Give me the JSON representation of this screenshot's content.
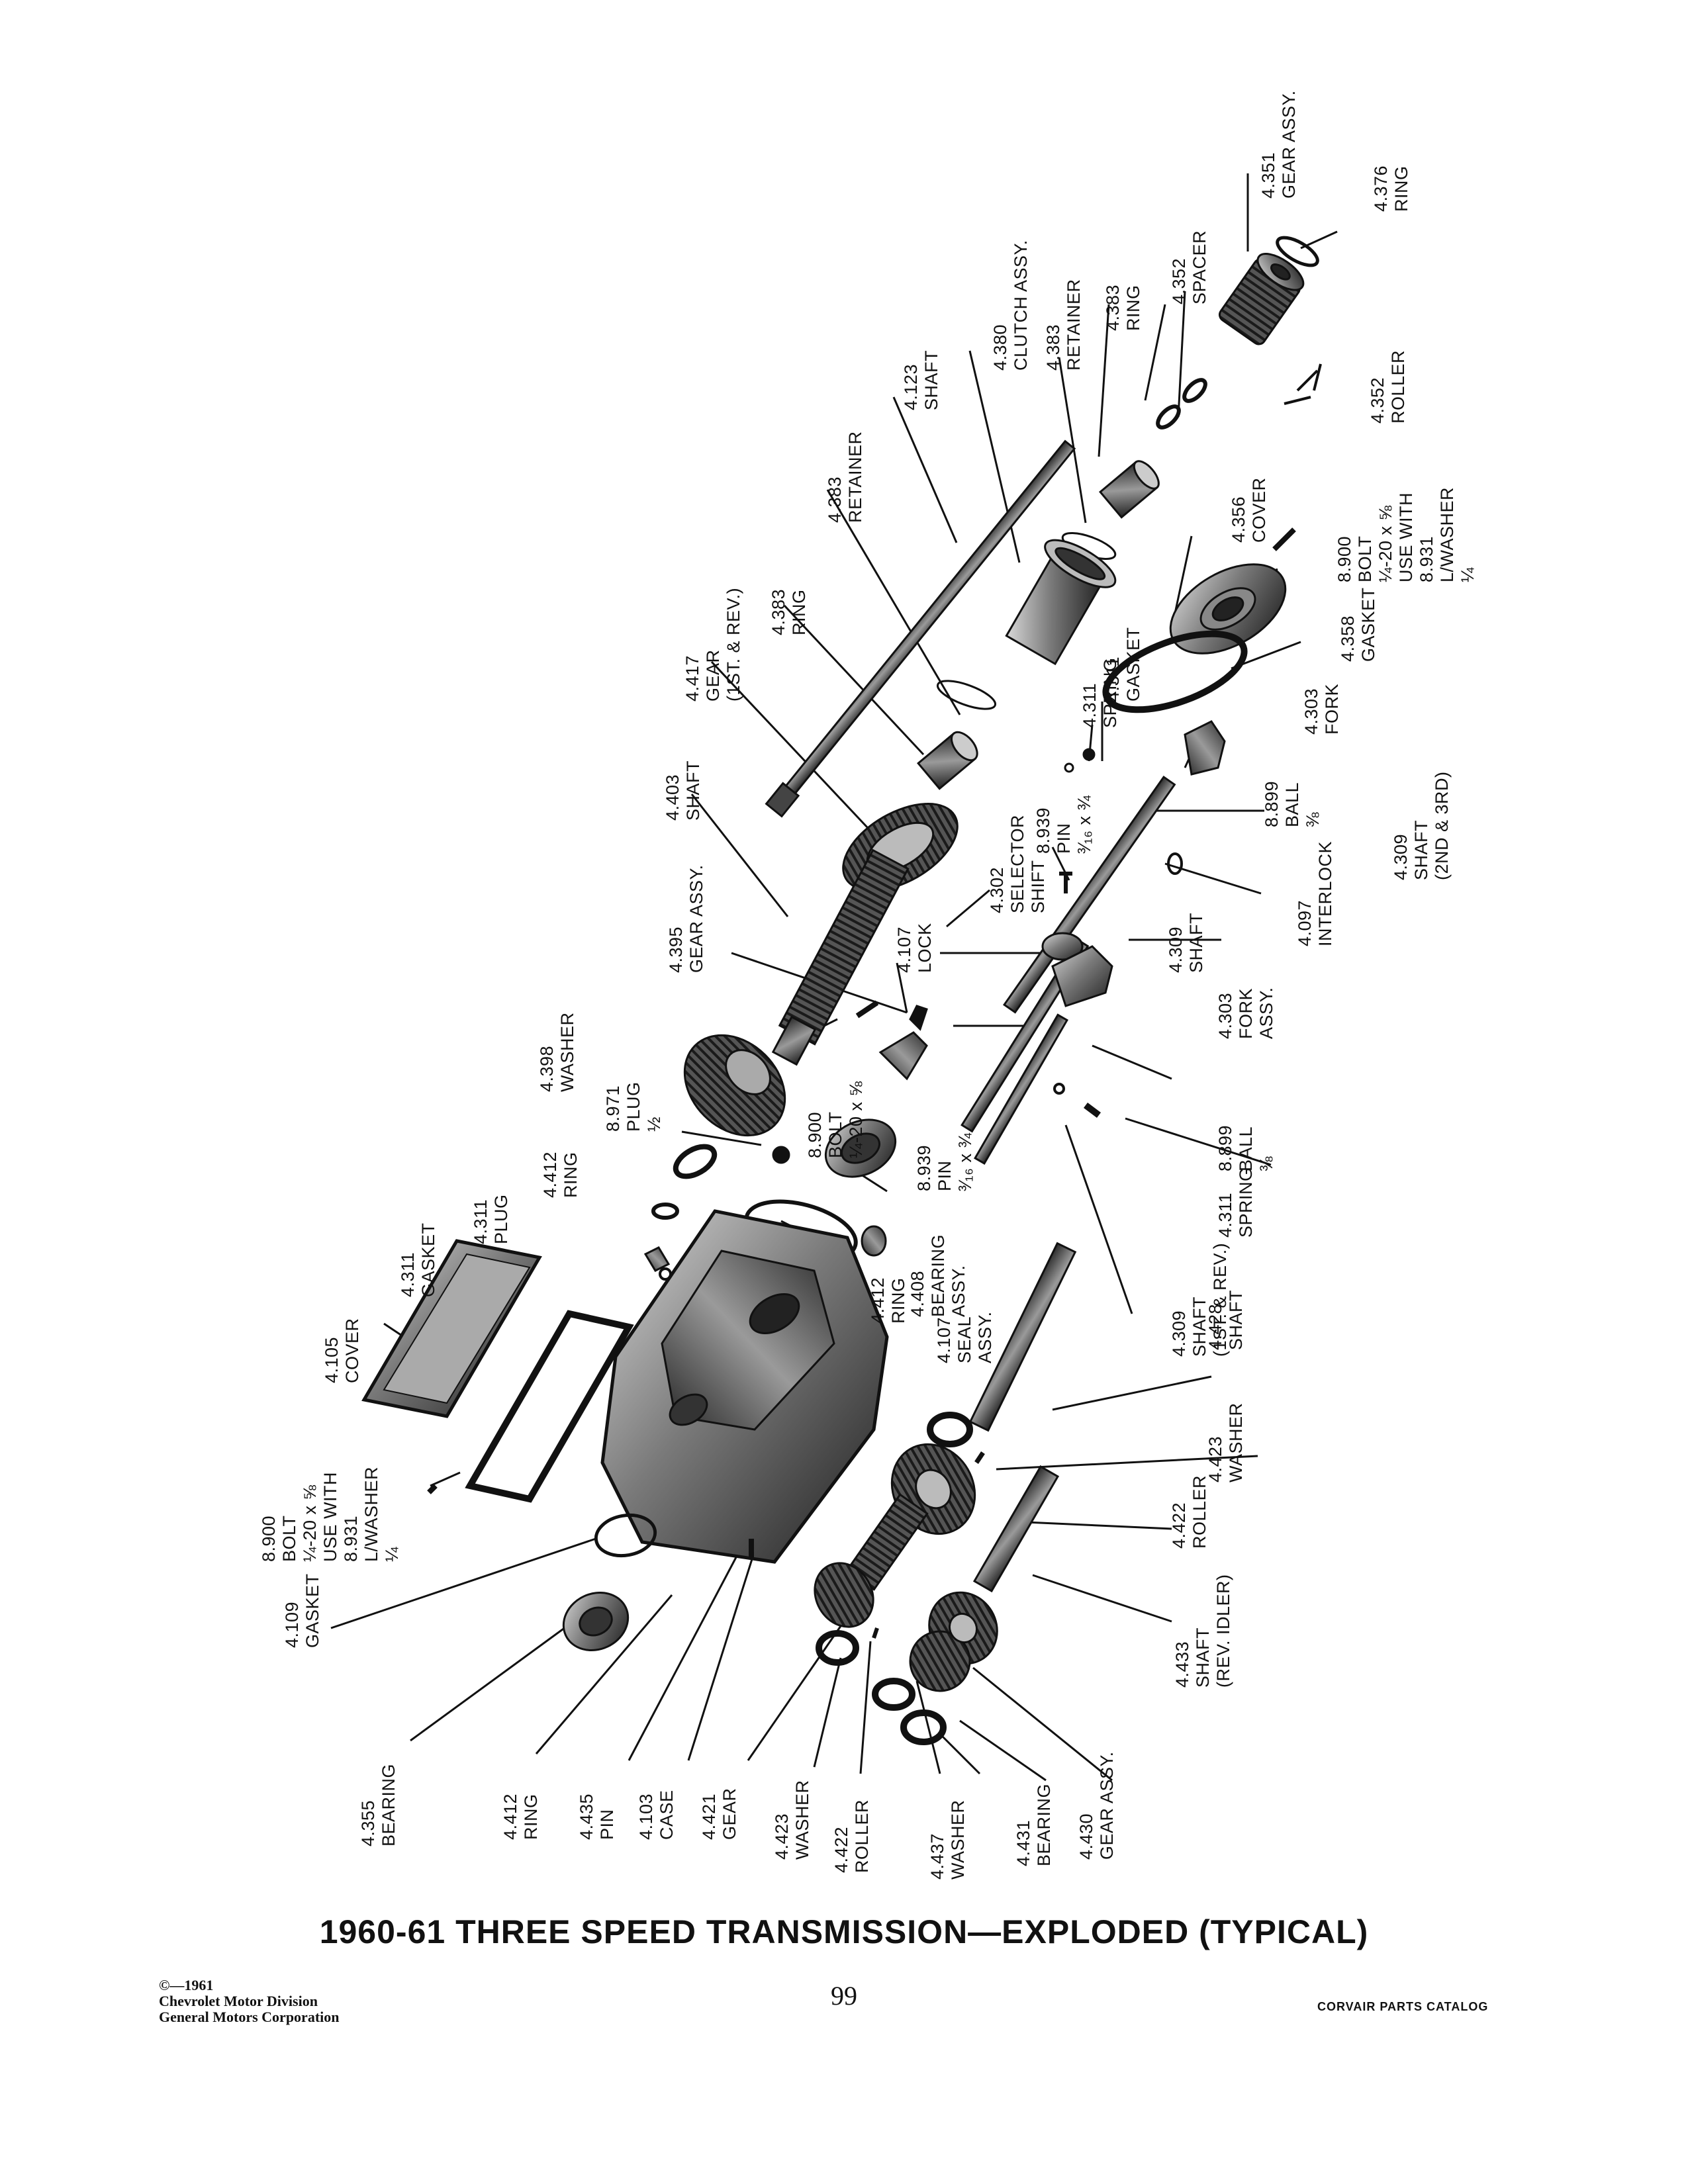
{
  "title": "1960-61 THREE SPEED TRANSMISSION—EXPLODED (TYPICAL)",
  "page_number": "99",
  "copyright": [
    "©—1961",
    "Chevrolet Motor Division",
    "General Motors Corporation"
  ],
  "catalog_name": "CORVAIR PARTS CATALOG",
  "callouts": [
    {
      "id": "4-351-gear-assy",
      "lines": [
        "4.351",
        "GEAR ASSY."
      ]
    },
    {
      "id": "4-376-ring",
      "lines": [
        "4.376",
        "RING"
      ]
    },
    {
      "id": "4-352-spacer",
      "lines": [
        "4.352",
        "SPACER"
      ]
    },
    {
      "id": "4-352-roller",
      "lines": [
        "4.352",
        "ROLLER"
      ]
    },
    {
      "id": "4-383-ring-top",
      "lines": [
        "4.383",
        "RING"
      ]
    },
    {
      "id": "4-383-retainer-top",
      "lines": [
        "4.383",
        "RETAINER"
      ]
    },
    {
      "id": "4-380-clutch-assy",
      "lines": [
        "4.380",
        "CLUTCH ASSY."
      ]
    },
    {
      "id": "4-123-shaft",
      "lines": [
        "4.123",
        "SHAFT"
      ]
    },
    {
      "id": "4-383-retainer-mid",
      "lines": [
        "4.383",
        "RETAINER"
      ]
    },
    {
      "id": "4-356-cover",
      "lines": [
        "4.356",
        "COVER"
      ]
    },
    {
      "id": "8-900-bolt-right",
      "lines": [
        "8.900",
        "BOLT",
        "¼-20 x ⅝",
        "USE WITH",
        "8.931",
        "L/WASHER",
        "¼"
      ]
    },
    {
      "id": "4-383-ring-mid",
      "lines": [
        "4.383",
        "RING"
      ]
    },
    {
      "id": "4-417-gear",
      "lines": [
        "4.417",
        "GEAR",
        "(1ST. & REV.)"
      ]
    },
    {
      "id": "4-311-spring-top",
      "lines": [
        "4.311",
        "SPRING"
      ]
    },
    {
      "id": "4-311-gasket-top",
      "lines": [
        "4.311",
        "GASKET"
      ]
    },
    {
      "id": "4-358-gasket",
      "lines": [
        "4.358",
        "GASKET"
      ]
    },
    {
      "id": "4-303-fork-top",
      "lines": [
        "4.303",
        "FORK"
      ]
    },
    {
      "id": "4-403-shaft",
      "lines": [
        "4.403",
        "SHAFT"
      ]
    },
    {
      "id": "8-899-ball-top",
      "lines": [
        "8.899",
        "BALL",
        "⅜"
      ]
    },
    {
      "id": "4-309-shaft-2nd-3rd",
      "lines": [
        "4.309",
        "SHAFT",
        "(2ND & 3RD)"
      ]
    },
    {
      "id": "8-939-pin-top",
      "lines": [
        "8.939",
        "PIN",
        "³⁄₁₆ x ¾"
      ]
    },
    {
      "id": "4-302-selector-shift",
      "lines": [
        "4.302",
        "SELECTOR",
        "SHIFT"
      ]
    },
    {
      "id": "4-097-interlock",
      "lines": [
        "4.097",
        "INTERLOCK"
      ]
    },
    {
      "id": "4-395-gear-assy",
      "lines": [
        "4.395",
        "GEAR ASSY."
      ]
    },
    {
      "id": "4-107-lock",
      "lines": [
        "4.107",
        "LOCK"
      ]
    },
    {
      "id": "4-309-shaft-mid",
      "lines": [
        "4.309",
        "SHAFT"
      ]
    },
    {
      "id": "4-303-fork-assy",
      "lines": [
        "4.303",
        "FORK",
        "ASSY."
      ]
    },
    {
      "id": "4-398-washer",
      "lines": [
        "4.398",
        "WASHER"
      ]
    },
    {
      "id": "8-971-plug",
      "lines": [
        "8.971",
        "PLUG",
        "½"
      ]
    },
    {
      "id": "8-900-bolt-mid",
      "lines": [
        "8.900",
        "BOLT",
        "¼-20 x ⅝"
      ]
    },
    {
      "id": "8-899-ball-low",
      "lines": [
        "8.899",
        "BALL",
        "⅜"
      ]
    },
    {
      "id": "4-412-ring-top",
      "lines": [
        "4.412",
        "RING"
      ]
    },
    {
      "id": "8-939-pin-low",
      "lines": [
        "8.939",
        "PIN",
        "³⁄₁₆ x ¾"
      ]
    },
    {
      "id": "4-408-bearing-assy",
      "lines": [
        "4.408",
        "BEARING",
        "ASSY."
      ]
    },
    {
      "id": "4-311-spring-low",
      "lines": [
        "4.311",
        "SPRING"
      ]
    },
    {
      "id": "4-311-plug",
      "lines": [
        "4.311",
        "PLUG"
      ]
    },
    {
      "id": "4-311-gasket-left",
      "lines": [
        "4.311",
        "GASKET"
      ]
    },
    {
      "id": "4-412-ring-mid",
      "lines": [
        "4.412",
        "RING"
      ]
    },
    {
      "id": "4-107-seal-assy",
      "lines": [
        "4.107",
        "SEAL",
        "ASSY."
      ]
    },
    {
      "id": "4-309-shaft-1st-rev",
      "lines": [
        "4.309",
        "SHAFT",
        "(1ST. & REV.)"
      ]
    },
    {
      "id": "4-105-cover",
      "lines": [
        "4.105",
        "COVER"
      ]
    },
    {
      "id": "4-428-shaft",
      "lines": [
        "4.428",
        "SHAFT"
      ]
    },
    {
      "id": "8-900-bolt-left",
      "lines": [
        "8.900",
        "BOLT",
        "¼-20 x ⅝",
        "USE WITH",
        "8.931",
        "L/WASHER",
        "¼"
      ]
    },
    {
      "id": "4-423-washer-right",
      "lines": [
        "4.423",
        "WASHER"
      ]
    },
    {
      "id": "4-422-roller-right",
      "lines": [
        "4.422",
        "ROLLER"
      ]
    },
    {
      "id": "4-109-gasket",
      "lines": [
        "4.109",
        "GASKET"
      ]
    },
    {
      "id": "4-433-shaft-rev-idler",
      "lines": [
        "4.433",
        "SHAFT",
        "(REV. IDLER)"
      ]
    },
    {
      "id": "4-355-bearing",
      "lines": [
        "4.355",
        "BEARING"
      ]
    },
    {
      "id": "4-412-ring-low",
      "lines": [
        "4.412",
        "RING"
      ]
    },
    {
      "id": "4-435-pin",
      "lines": [
        "4.435",
        "PIN"
      ]
    },
    {
      "id": "4-103-case",
      "lines": [
        "4.103",
        "CASE"
      ]
    },
    {
      "id": "4-421-gear",
      "lines": [
        "4.421",
        "GEAR"
      ]
    },
    {
      "id": "4-423-washer-low",
      "lines": [
        "4.423",
        "WASHER"
      ]
    },
    {
      "id": "4-422-roller-low",
      "lines": [
        "4.422",
        "ROLLER"
      ]
    },
    {
      "id": "4-437-washer",
      "lines": [
        "4.437",
        "WASHER"
      ]
    },
    {
      "id": "4-431-bearing",
      "lines": [
        "4.431",
        "BEARING"
      ]
    },
    {
      "id": "4-430-gear-assy",
      "lines": [
        "4.430",
        "GEAR ASSY."
      ]
    }
  ]
}
